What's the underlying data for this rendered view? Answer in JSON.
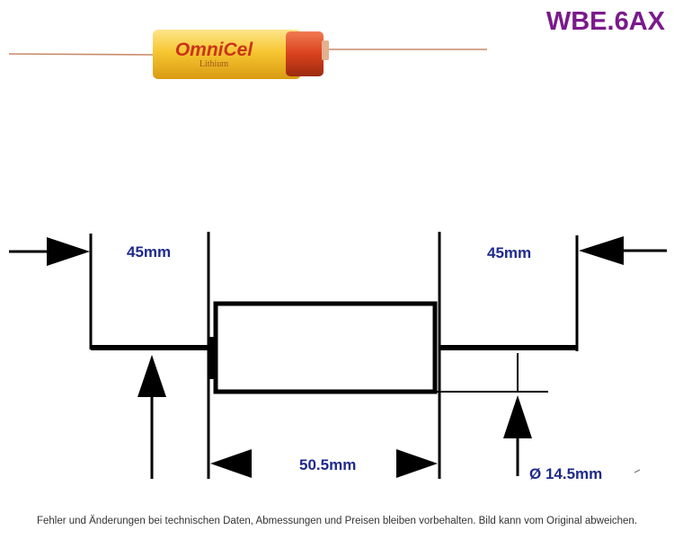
{
  "header": {
    "model_code": "WBE.6AX",
    "model_color": "#7a1a8c"
  },
  "battery_photo": {
    "brand": "OmniCel",
    "chemistry": "Lithium",
    "body_color": "#f7c631",
    "cap_color": "#d9421c"
  },
  "dimensions": {
    "left_lead": "45mm",
    "right_lead": "45mm",
    "body_length": "50.5mm",
    "diameter": "Ø 14.5mm",
    "label_color": "#1f2a8c"
  },
  "footer": {
    "disclaimer": "Fehler und Änderungen bei technischen Daten, Abmessungen und Preisen bleiben vorbehalten. Bild kann vom Original abweichen."
  }
}
